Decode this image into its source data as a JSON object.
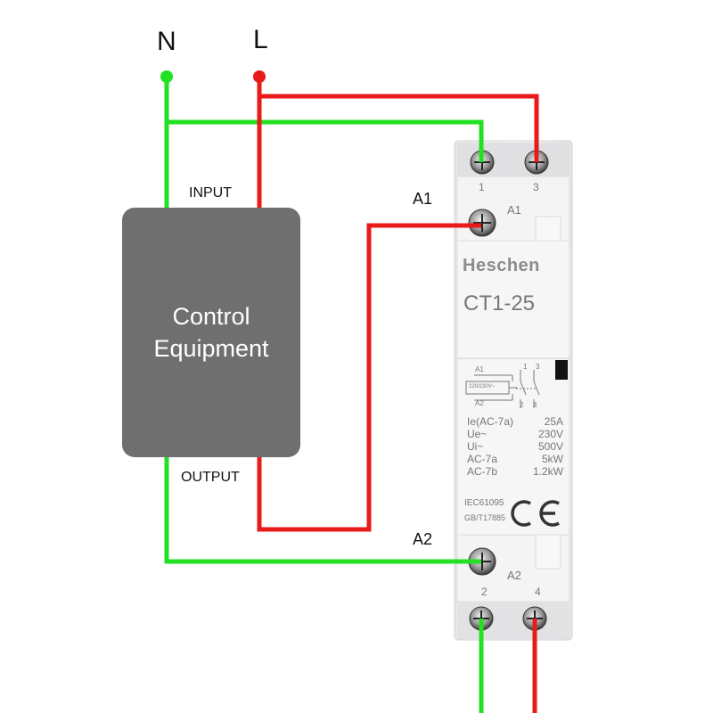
{
  "labels": {
    "neutral": "N",
    "live": "L",
    "input": "INPUT",
    "output": "OUTPUT",
    "a1": "A1",
    "a2": "A2"
  },
  "control_box": {
    "line1": "Control",
    "line2": "Equipment"
  },
  "contactor": {
    "brand": "Heschen",
    "model": "CT1-25",
    "terminal_top_left": "1",
    "terminal_top_right": "3",
    "terminal_bottom_left": "2",
    "terminal_bottom_right": "4",
    "coil_top_label": "A1",
    "coil_bottom_label": "A2",
    "schematic": {
      "a1": "A1",
      "a2": "A2",
      "coil": "220/230V~",
      "n1": "1",
      "n3": "3",
      "n2": "2",
      "n4": "4"
    },
    "specs": [
      {
        "name": "Ie(AC-7a)",
        "value": "25A"
      },
      {
        "name": "Ue~",
        "value": "230V"
      },
      {
        "name": "Ui~",
        "value": "500V"
      },
      {
        "name": "AC-7a",
        "value": "5kW"
      },
      {
        "name": "AC-7b",
        "value": "1.2kW"
      }
    ],
    "standard1": "IEC61095",
    "standard2": "GB/T17885",
    "ce_mark": "CE"
  },
  "colors": {
    "neutral_wire": "#22e022",
    "live_wire": "#e81a1a",
    "box": "#6f6f6f",
    "device_body": "#f3f3f4"
  }
}
